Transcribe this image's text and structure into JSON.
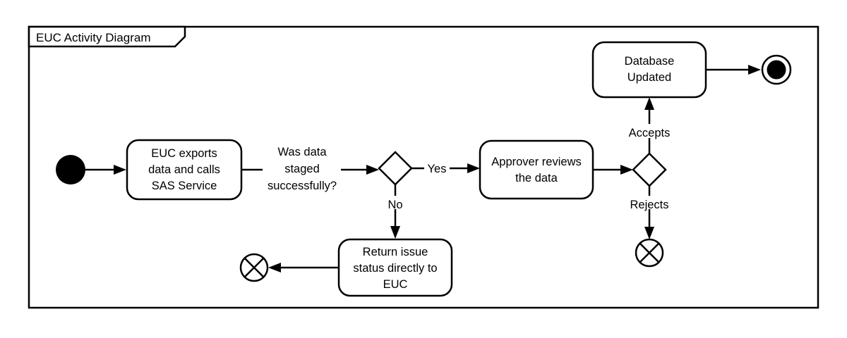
{
  "diagram": {
    "kind": "uml-activity-diagram",
    "frame_title": "EUC Activity Diagram",
    "background_color": "#ffffff",
    "line_color": "#000000",
    "nodes": {
      "start": {
        "type": "initial-node",
        "label": ""
      },
      "export": {
        "type": "action",
        "line1": "EUC exports",
        "line2": "data and calls",
        "line3": "SAS Service"
      },
      "staged_decision": {
        "type": "decision",
        "label": ""
      },
      "approver": {
        "type": "action",
        "line1": "Approver reviews",
        "line2": "the data"
      },
      "approval_decision": {
        "type": "decision",
        "label": ""
      },
      "database_updated": {
        "type": "action",
        "line1": "Database",
        "line2": "Updated"
      },
      "end": {
        "type": "final-node",
        "label": ""
      },
      "return_issue": {
        "type": "action",
        "line1": "Return issue",
        "line2": "status directly to",
        "line3": "EUC"
      },
      "flow_final_left": {
        "type": "flow-final-node",
        "label": ""
      },
      "flow_final_right": {
        "type": "flow-final-node",
        "label": ""
      }
    },
    "edge_labels": {
      "was_data_staged_l1": "Was data",
      "was_data_staged_l2": "staged",
      "was_data_staged_l3": "successfully?",
      "yes": "Yes",
      "no": "No",
      "accepts": "Accepts",
      "rejects": "Rejects"
    }
  }
}
